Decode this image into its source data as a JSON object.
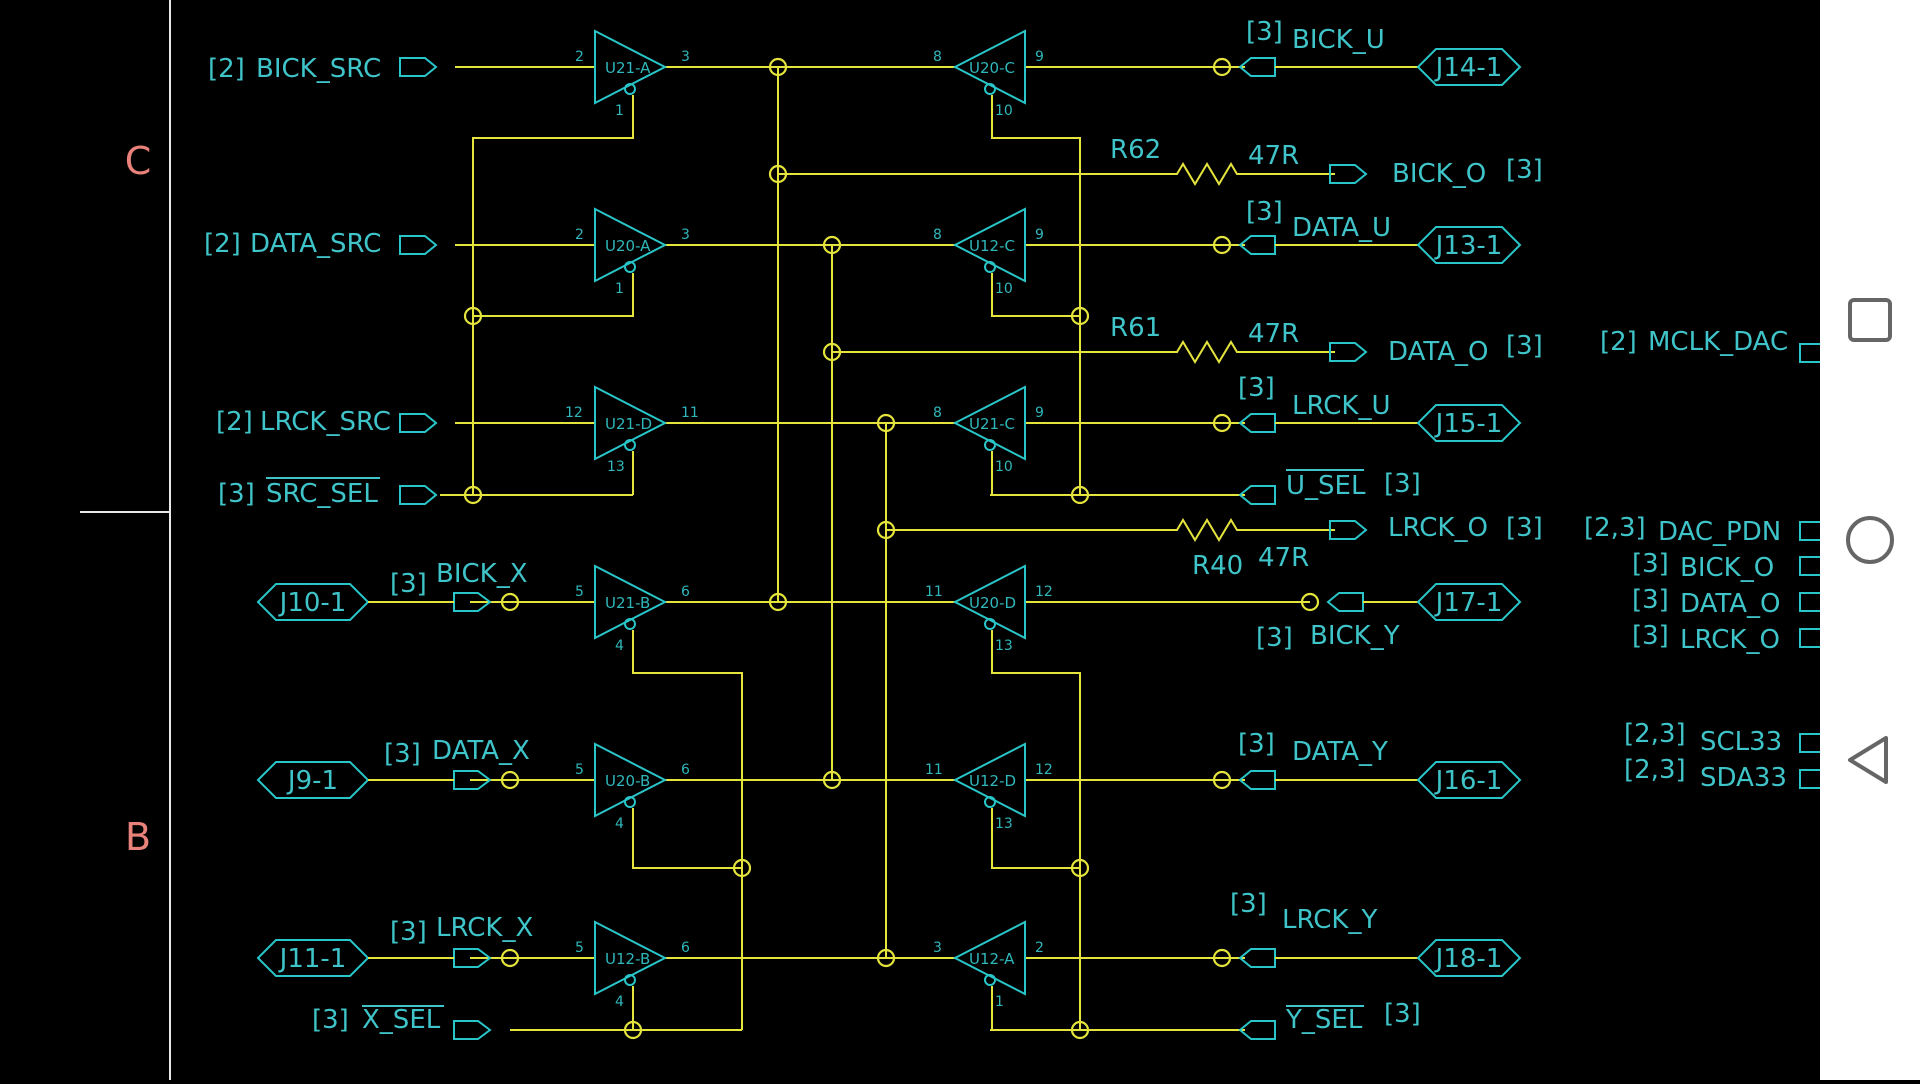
{
  "zones": [
    "C",
    "B"
  ],
  "left_ports": [
    {
      "sheet": "[2]",
      "name": "BICK_SRC"
    },
    {
      "sheet": "[2]",
      "name": "DATA_SRC"
    },
    {
      "sheet": "[2]",
      "name": "LRCK_SRC"
    },
    {
      "sheet": "[3]",
      "name": "SRC_SEL"
    },
    {
      "sheet": "[3]",
      "name": "BICK_X"
    },
    {
      "sheet": "[3]",
      "name": "DATA_X"
    },
    {
      "sheet": "[3]",
      "name": "LRCK_X"
    },
    {
      "sheet": "[3]",
      "name": "X_SEL"
    }
  ],
  "left_connectors": [
    "J10-1",
    "J9-1",
    "J11-1"
  ],
  "right_connectors": [
    "J14-1",
    "J13-1",
    "J15-1",
    "J17-1",
    "J16-1",
    "J18-1"
  ],
  "right_ports": [
    {
      "sheet": "[3]",
      "name": "BICK_U"
    },
    {
      "sheet": "[3]",
      "name": "DATA_U"
    },
    {
      "sheet": "[3]",
      "name": "LRCK_U"
    },
    {
      "sheet": "[3]",
      "name": "U_SEL"
    },
    {
      "sheet": "[3]",
      "name": "BICK_Y"
    },
    {
      "sheet": "[3]",
      "name": "DATA_Y"
    },
    {
      "sheet": "[3]",
      "name": "LRCK_Y"
    },
    {
      "sheet": "[3]",
      "name": "Y_SEL"
    }
  ],
  "resistor_outputs": [
    {
      "name": "BICK_O",
      "sheet": "[3]"
    },
    {
      "name": "DATA_O",
      "sheet": "[3]"
    },
    {
      "name": "LRCK_O",
      "sheet": "[3]"
    }
  ],
  "resistors": [
    {
      "ref": "R62",
      "value": "47R"
    },
    {
      "ref": "R61",
      "value": "47R"
    },
    {
      "ref": "R40",
      "value": "47R"
    }
  ],
  "gates": [
    {
      "ref": "U21-A",
      "in": "2",
      "out": "3",
      "en": "1"
    },
    {
      "ref": "U20-A",
      "in": "2",
      "out": "3",
      "en": "1"
    },
    {
      "ref": "U21-D",
      "in": "12",
      "out": "11",
      "en": "13"
    },
    {
      "ref": "U21-B",
      "in": "5",
      "out": "6",
      "en": "4"
    },
    {
      "ref": "U20-B",
      "in": "5",
      "out": "6",
      "en": "4"
    },
    {
      "ref": "U12-B",
      "in": "5",
      "out": "6",
      "en": "4"
    },
    {
      "ref": "U20-C",
      "in": "8",
      "out": "9",
      "en": "10"
    },
    {
      "ref": "U12-C",
      "in": "8",
      "out": "9",
      "en": "10"
    },
    {
      "ref": "U21-C",
      "in": "8",
      "out": "9",
      "en": "10"
    },
    {
      "ref": "U20-D",
      "in": "11",
      "out": "12",
      "en": "13"
    },
    {
      "ref": "U12-D",
      "in": "11",
      "out": "12",
      "en": "13"
    },
    {
      "ref": "U12-A",
      "in": "3",
      "out": "2",
      "en": "1"
    }
  ],
  "far_right_ports": [
    {
      "sheet": "[2]",
      "name": "MCLK_DAC"
    },
    {
      "sheet": "[2,3]",
      "name": "DAC_PDN"
    },
    {
      "sheet": "[3]",
      "name": "BICK_O"
    },
    {
      "sheet": "[3]",
      "name": "DATA_O"
    },
    {
      "sheet": "[3]",
      "name": "LRCK_O"
    },
    {
      "sheet": "[2,3]",
      "name": "SCL33"
    },
    {
      "sheet": "[2,3]",
      "name": "SDA33"
    }
  ],
  "nav": [
    {
      "icon": "square-icon",
      "label": "recent-apps"
    },
    {
      "icon": "circle-icon",
      "label": "home"
    },
    {
      "icon": "triangle-back-icon",
      "label": "back"
    }
  ]
}
